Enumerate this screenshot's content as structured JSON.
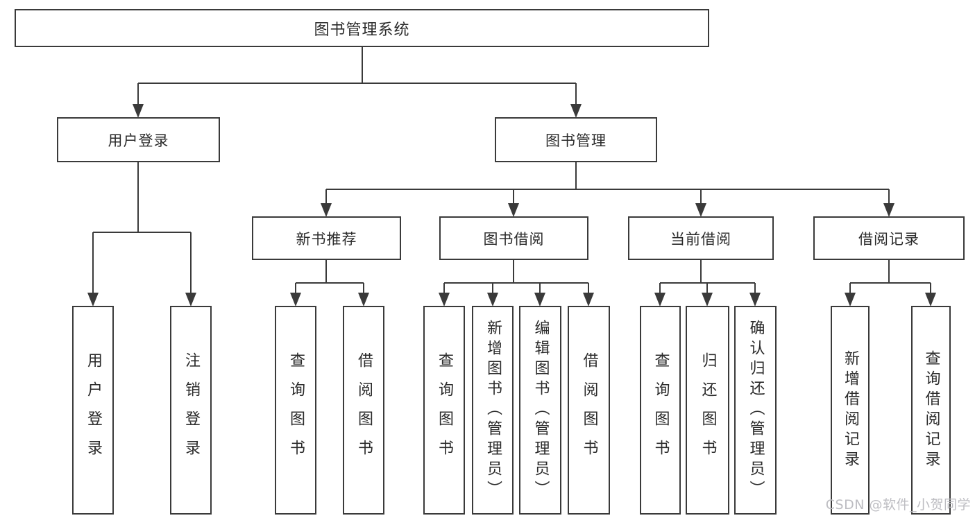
{
  "diagram": {
    "title": "图书管理系统",
    "nodes": {
      "root": "图书管理系统",
      "user_login": "用户登录",
      "book_management": "图书管理",
      "new_book_recommend": "新书推荐",
      "book_borrow": "图书借阅",
      "current_borrow": "当前借阅",
      "borrow_records": "借阅记录",
      "leaf_user_login": "用户登录",
      "leaf_logout": "注销登录",
      "leaf_query_books_1": "查询图书",
      "leaf_borrow_books_1": "借阅图书",
      "leaf_query_books_2": "查询图书",
      "leaf_add_books_admin": "新增图书（管理员）",
      "leaf_edit_books_admin": "编辑图书（管理员）",
      "leaf_borrow_books_2": "借阅图书",
      "leaf_query_books_3": "查询图书",
      "leaf_return_books": "归还图书",
      "leaf_confirm_return_admin": "确认归还（管理员）",
      "leaf_add_borrow_record": "新增借阅记录",
      "leaf_query_borrow_record": "查询借阅记录"
    },
    "edges": [
      {
        "from": "图书管理系统",
        "to": "用户登录"
      },
      {
        "from": "图书管理系统",
        "to": "图书管理"
      },
      {
        "from": "用户登录",
        "to": "用户登录"
      },
      {
        "from": "用户登录",
        "to": "注销登录"
      },
      {
        "from": "图书管理",
        "to": "新书推荐"
      },
      {
        "from": "图书管理",
        "to": "图书借阅"
      },
      {
        "from": "图书管理",
        "to": "当前借阅"
      },
      {
        "from": "图书管理",
        "to": "借阅记录"
      },
      {
        "from": "新书推荐",
        "to": "查询图书"
      },
      {
        "from": "新书推荐",
        "to": "借阅图书"
      },
      {
        "from": "图书借阅",
        "to": "查询图书"
      },
      {
        "from": "图书借阅",
        "to": "新增图书（管理员）"
      },
      {
        "from": "图书借阅",
        "to": "编辑图书（管理员）"
      },
      {
        "from": "图书借阅",
        "to": "借阅图书"
      },
      {
        "from": "当前借阅",
        "to": "查询图书"
      },
      {
        "from": "当前借阅",
        "to": "归还图书"
      },
      {
        "from": "当前借阅",
        "to": "确认归还（管理员）"
      },
      {
        "from": "借阅记录",
        "to": "新增借阅记录"
      },
      {
        "from": "借阅记录",
        "to": "查询借阅记录"
      }
    ],
    "colors": {
      "line": "#3a3a3a",
      "box_border": "#3a3a3a",
      "box_fill": "#ffffff",
      "text": "#2b2b2b",
      "watermark": "#bdbdc2"
    }
  },
  "watermark": {
    "text": "CSDN @软件_小贺同学"
  }
}
